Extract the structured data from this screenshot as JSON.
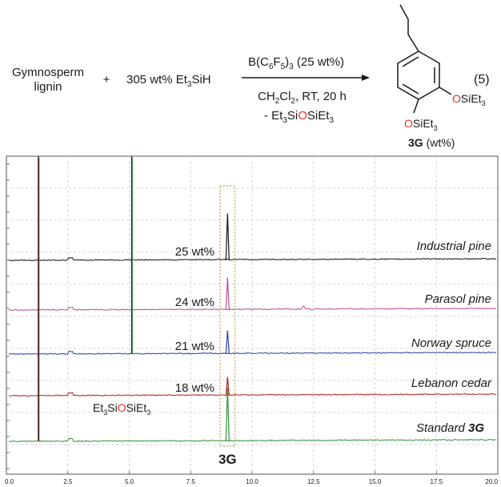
{
  "scheme": {
    "reactant1_line1": "Gymnosperm",
    "reactant1_line2": "lignin",
    "plus": "+",
    "reactant2_prefix": "305 wt% Et",
    "reactant2_sub": "3",
    "reactant2_suffix": "SiH",
    "cond1": {
      "a": "B(C",
      "b": "6",
      "c": "F",
      "d": "5",
      "e": ")",
      "f": "3",
      "g": " (25 wt%)"
    },
    "cond2": {
      "a": "CH",
      "b": "2",
      "c": "Cl",
      "d": "2",
      "e": ", RT, 20 h"
    },
    "cond3": {
      "a": "- Et",
      "b": "3",
      "c": "Si",
      "d": "O",
      "e": "SiEt",
      "f": "3"
    },
    "equation_number": "(5)",
    "product_sub1": {
      "o": "O",
      "si": "SiEt",
      "n": "3"
    },
    "product_sub2": {
      "o": "O",
      "si": "SiEt",
      "n": "3"
    },
    "product_label_bold": "3G",
    "product_label_rest": " (wt%)"
  },
  "chart_data": {
    "type": "line",
    "x_ticks": [
      "0.0",
      "2.5",
      "5.0",
      "7.5",
      "10.0",
      "12.5",
      "15.0",
      "17.5",
      "20.0"
    ],
    "xlim": [
      0,
      20
    ],
    "grid": true,
    "series": [
      {
        "name": "Industrial pine",
        "yield": "25 wt%",
        "color": "#222222",
        "peak_x": 9.0,
        "peak_height": 0.65
      },
      {
        "name": "Parasol pine",
        "yield": "24 wt%",
        "color": "#c05a9c",
        "peak_x": 9.0,
        "peak_height": 0.45
      },
      {
        "name": "Norway spruce",
        "yield": "21 wt%",
        "color": "#3b4ea8",
        "peak_x": 9.0,
        "peak_height": 0.33
      },
      {
        "name": "Lebanon cedar",
        "yield": "18 wt%",
        "color": "#b5302f",
        "peak_x": 9.0,
        "peak_height": 0.26
      },
      {
        "name": "Standard 3G",
        "name_plain": "Standard ",
        "name_bold": "3G",
        "yield": "",
        "color": "#3f9a48",
        "peak_x": 9.0,
        "peak_height": 0.75
      }
    ],
    "solvent_peaks_x": [
      1.3,
      5.1
    ],
    "annotations": {
      "siloxane": {
        "a": "Et",
        "b": "3",
        "c": "Si",
        "d": "O",
        "e": "SiEt",
        "f": "3"
      },
      "highlight_label": "3G",
      "highlight_x_range": [
        8.7,
        9.3
      ]
    }
  }
}
